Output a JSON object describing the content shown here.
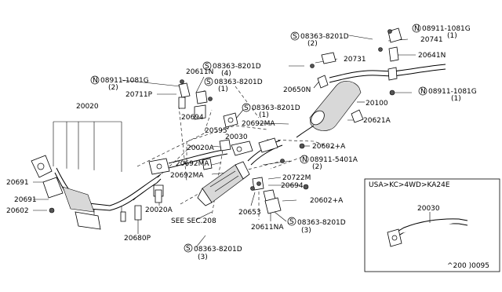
{
  "labels": {
    "p20020": "20020",
    "p20691a": "20691",
    "p20691b": "20691",
    "p20602a": "20602",
    "p20680P": "20680P",
    "p20020A_bottom": "20020A",
    "seeSec": "SEE SEC.208",
    "p08363_bottom": "08363-8201D",
    "p08363_bottom_qty": "(3)",
    "p20692MA_a": "20692MA",
    "p20692MA_b": "20692MA",
    "p20020A_mid": "20020A",
    "p20030_mid": "20030",
    "p20711P": "20711P",
    "p08911_left": "08911-1081G",
    "p08911_left_qty": "(2)",
    "p20611N": "20611N",
    "p08363_top4": "08363-8201D",
    "p08363_top4_qty": "(4)",
    "p08363_mid1": "08363-8201D",
    "p08363_mid1_qty": "(1)",
    "p20694_top": "20694",
    "p20595": "20595",
    "p08363_c": "08363-8201D",
    "p08363_c_qty": "(1)",
    "p20692MA_c": "20692MA",
    "p20731": "20731",
    "p20650N": "20650N",
    "p08363_top2": "08363-8201D",
    "p08363_top2_qty": "(2)",
    "p08911_top": "08911-1081G",
    "p08911_top_qty": "(1)",
    "p20741": "20741",
    "p20641N": "20641N",
    "p08911_right": "08911-1081G",
    "p08911_right_qty": "(1)",
    "p20100": "20100",
    "p20621A": "20621A",
    "p20602A_mid": "20602+A",
    "p08911_5401": "08911-5401A",
    "p08911_5401_qty": "(2)",
    "p20722M": "20722M",
    "p20694_bot": "20694",
    "p20602A_bot": "20602+A",
    "p20653": "20653",
    "p20611NA": "20611NA",
    "p08363_bot_r": "08363-8201D",
    "p08363_bot_r_qty": "(3)",
    "inset_title": "USA>KC>4WD>KA24E",
    "inset_part": "20030",
    "ref_code": "^200 )0095"
  },
  "symbols": {
    "n": "N",
    "s": "S"
  }
}
